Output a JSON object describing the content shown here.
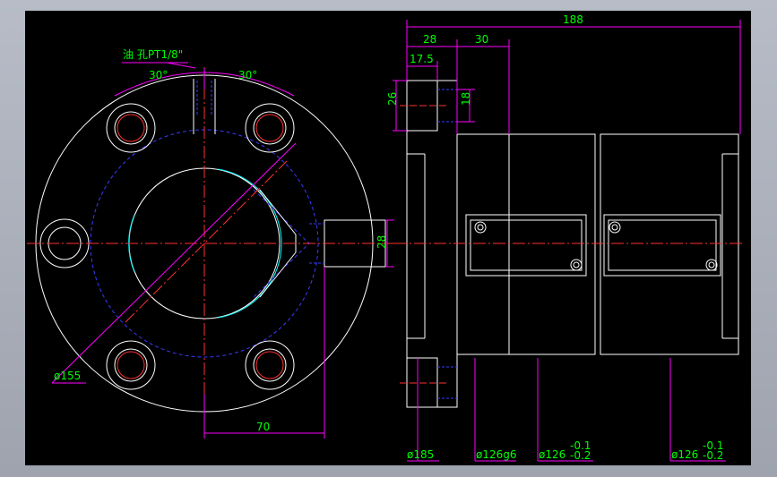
{
  "colors": {
    "background": "#000000",
    "frame": "#a3a8b4",
    "outline": "#ffffff",
    "center_line": "#ff0000",
    "hidden_line": "#0000ff",
    "dimension": "#ff00ff",
    "dim_text": "#00ff00",
    "hatch": "#00ffff"
  },
  "front_view": {
    "oil_hole_label": "油 孔PT1/8\"",
    "angle_left": "30°",
    "angle_right": "30°",
    "diameter_bolt_circle": "ø155",
    "dim_offset": "70",
    "dim_port": "28"
  },
  "side_view": {
    "overall_length": "188",
    "flange_plus": "28",
    "body_step": "30",
    "flange_thickness": "17.5",
    "flange_tab_height": "26",
    "counterbore_depth": "18",
    "flange_diameter": "ø185",
    "body_fit": "ø126g6",
    "body_dia_a": "ø126",
    "body_dia_a_tol_upper": "-0.1",
    "body_dia_a_tol_lower": "-0.2",
    "body_dia_b": "ø126",
    "body_dia_b_tol_upper": "-0.1",
    "body_dia_b_tol_lower": "-0.2"
  }
}
